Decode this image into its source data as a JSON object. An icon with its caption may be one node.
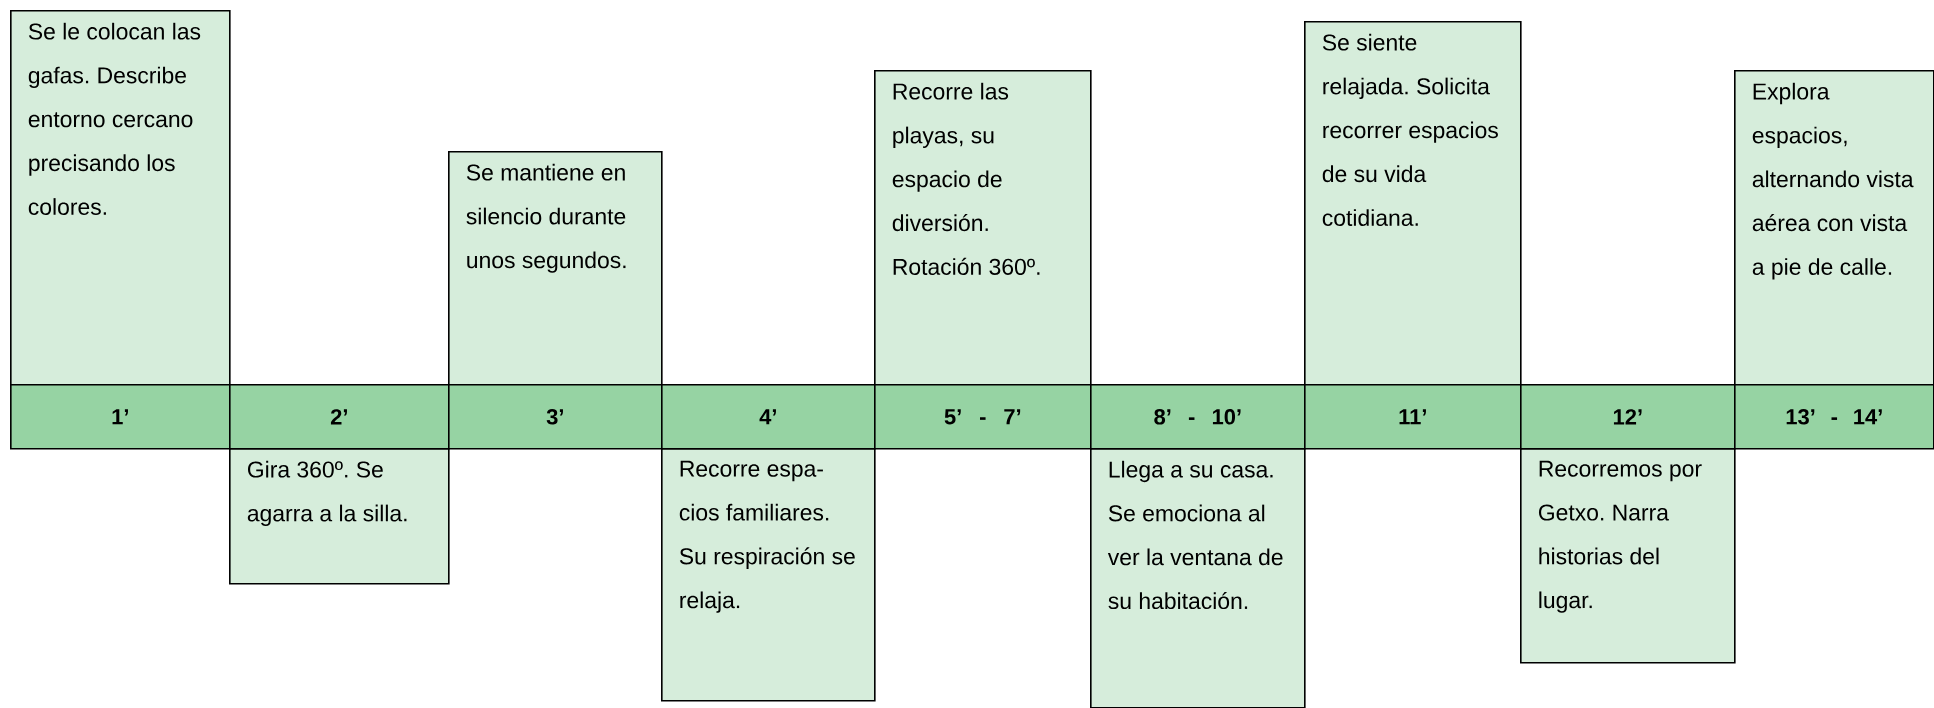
{
  "diagram": {
    "nodes": [
      {
        "text": [
          "Se le colocan las gafas. Describe entorno cercano precisando los colores."
        ]
      },
      {
        "text": [
          "Se mantiene en silencio durante unos segundos."
        ]
      },
      {
        "text": [
          "Recorre las playas, su espacio de diversión. Rotación 360º."
        ]
      },
      {
        "text": [
          "Se siente relajada. Solicita recorrer espacios de su vida cotidiana."
        ]
      },
      {
        "text": [
          "Explora espacios, alternando vista aérea con vista a pie de calle."
        ]
      },
      {
        "text": [
          "1’"
        ]
      },
      {
        "text": [
          "2’"
        ]
      },
      {
        "text": [
          "3’"
        ]
      },
      {
        "text": [
          "4’"
        ]
      },
      {
        "text": [
          "5’ - 7’"
        ]
      },
      {
        "text": [
          "8’ - 10’"
        ]
      },
      {
        "text": [
          "11’"
        ]
      },
      {
        "text": [
          "12’"
        ]
      },
      {
        "text": [
          "13’ - 14’"
        ]
      },
      {
        "text": [
          "Gira 360º. Se agarra a la silla."
        ]
      },
      {
        "text": [
          "Recorre espa- cios familiares. Su respiración se relaja."
        ]
      },
      {
        "text": [
          "Llega a su casa. Se emociona al ver la ventana de su habitación."
        ]
      },
      {
        "text": [
          "Recorremos por Getxo. Narra historias del lugar."
        ]
      }
    ]
  }
}
